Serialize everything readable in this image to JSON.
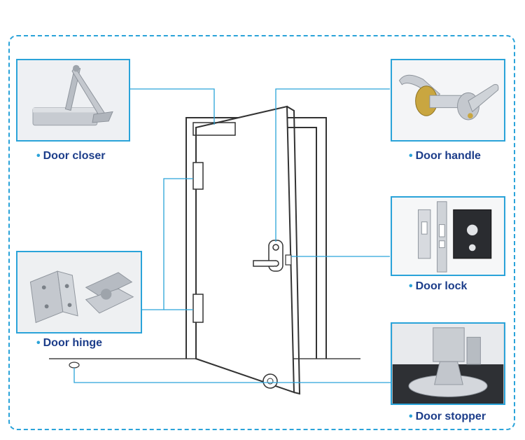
{
  "labels": {
    "closer": "Door closer",
    "handle": "Door handle",
    "lock": "Door lock",
    "hinge": "Door hinge",
    "stopper": "Door stopper"
  },
  "colors": {
    "accent": "#2aa3d9",
    "label_text": "#1c3d8a",
    "line_art": "#333333"
  },
  "icons": {
    "bullet": "•"
  }
}
